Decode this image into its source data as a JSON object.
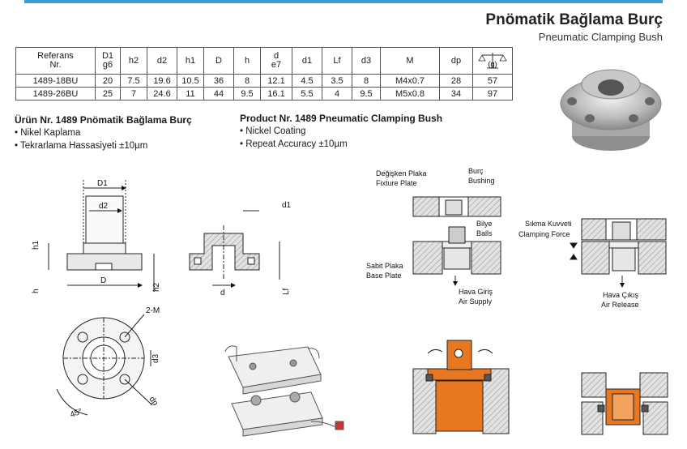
{
  "header": {
    "title_tr": "Pnömatik Bağlama Burç",
    "title_en": "Pneumatic Clamping Bush"
  },
  "table": {
    "headers": [
      "Referans Nr.",
      "D1 g6",
      "h2",
      "d2",
      "h1",
      "D",
      "h",
      "d e7",
      "d1",
      "Lf",
      "d3",
      "M",
      "dp",
      "(g)"
    ],
    "rows": [
      [
        "1489-18BU",
        "20",
        "7.5",
        "19.6",
        "10.5",
        "36",
        "8",
        "12.1",
        "4.5",
        "3.5",
        "8",
        "M4x0.7",
        "28",
        "57"
      ],
      [
        "1489-26BU",
        "25",
        "7",
        "24.6",
        "11",
        "44",
        "9.5",
        "16.1",
        "5.5",
        "4",
        "9.5",
        "M5x0.8",
        "34",
        "97"
      ]
    ]
  },
  "notes_tr": {
    "heading": "Ürün Nr. 1489 Pnömatik Bağlama Burç",
    "items": [
      "• Nikel Kaplama",
      "• Tekrarlama Hassasiyeti ±10µm"
    ]
  },
  "notes_en": {
    "heading": "Product Nr. 1489 Pneumatic Clamping Bush",
    "items": [
      "• Nickel Coating",
      "• Repeat Accuracy ±10µm"
    ]
  },
  "drawing_labels": {
    "D1": "D1",
    "d2": "d2",
    "h1": "h1",
    "h": "h",
    "D": "D",
    "h2": "h2",
    "d1": "d1",
    "d": "d",
    "Lf": "Lf",
    "twoM": "2-M",
    "d3": "d3",
    "dp": "dp",
    "angle": "45°"
  },
  "schematic_labels": {
    "fixture_tr": "Değişken Plaka",
    "fixture_en": "Fixture Plate",
    "bushing_tr": "Burç",
    "bushing_en": "Bushing",
    "balls_tr": "Bilye",
    "balls_en": "Balls",
    "base_tr": "Sabit Plaka",
    "base_en": "Base Plate",
    "air_in_tr": "Hava Giriş",
    "air_in_en": "Air Supply",
    "clamp_tr": "Sıkma Kuvveti",
    "clamp_en": "Clamping Force",
    "air_out_tr": "Hava Çıkış",
    "air_out_en": "Air Release"
  },
  "colors": {
    "accent": "#3b9ad6",
    "orange": "#e87722",
    "hatch": "#cfcfcf"
  }
}
